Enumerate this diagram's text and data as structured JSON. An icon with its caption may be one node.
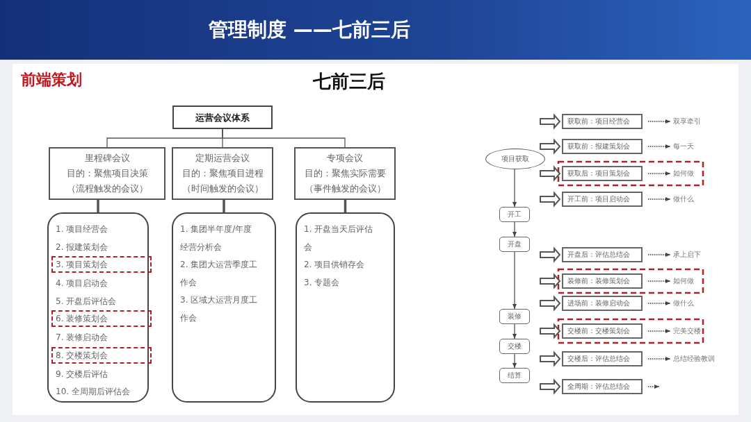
{
  "diagram": {
    "title": "管理制度 ——七前三后",
    "nodes": [
      {
        "text": [
          "运营会议体系"
        ]
      },
      {
        "text": [
          "里程碑会议",
          "目的：聚焦项目决策",
          "（流程触发的会议）"
        ]
      },
      {
        "text": [
          "定期运营会议",
          "目的：聚焦项目进程",
          "（时间触发的会议）"
        ]
      },
      {
        "text": [
          "专项会议",
          "目的：聚焦实际需要",
          "（事件触发的会议）"
        ]
      },
      {
        "text": [
          "1. 项目经营会",
          "2. 报建策划会",
          "3. 项目策划会",
          "4. 项目启动会",
          "5. 开盘后评估会",
          "6. 装修策划会",
          "7. 装修启动会",
          "8. 交楼策划会",
          "9. 交楼后评估",
          "10. 全周期后评估会"
        ]
      },
      {
        "text": [
          "1. 集团半年度/年度经营分析会",
          "2. 集团大运营季度工作会",
          "3. 区域大运营月度工作会"
        ]
      },
      {
        "text": [
          "1. 开盘当天后评估会",
          "2. 项目供销存会",
          "3. 专题会"
        ]
      },
      {
        "text": [
          "项目获取"
        ]
      },
      {
        "text": [
          "开工"
        ]
      },
      {
        "text": [
          "开盘"
        ]
      },
      {
        "text": [
          "装修"
        ]
      },
      {
        "text": [
          "交楼"
        ]
      },
      {
        "text": [
          "结算"
        ]
      },
      {
        "text": [
          "获取前：项目经营会"
        ]
      },
      {
        "text": [
          "双享牵引"
        ]
      },
      {
        "text": [
          "获取前：报建策划会"
        ]
      },
      {
        "text": [
          "每一天"
        ]
      },
      {
        "text": [
          "获取后：项目策划会"
        ]
      },
      {
        "text": [
          "如何做"
        ]
      },
      {
        "text": [
          "开工前：项目启动会"
        ]
      },
      {
        "text": [
          "做什么"
        ]
      },
      {
        "text": [
          "开盘后：评估总结会"
        ]
      },
      {
        "text": [
          "承上启下"
        ]
      },
      {
        "text": [
          "装修前：装修策划会"
        ]
      },
      {
        "text": [
          "如何做"
        ]
      },
      {
        "text": [
          "进场前：装修启动会"
        ]
      },
      {
        "text": [
          "做什么"
        ]
      },
      {
        "text": [
          "交楼前：交楼策划会"
        ]
      },
      {
        "text": [
          "完美交楼"
        ]
      },
      {
        "text": [
          "交楼后：评估总结会"
        ]
      },
      {
        "text": [
          "总结经验教训"
        ]
      },
      {
        "text": [
          "全周期：评估总结会"
        ]
      }
    ],
    "edges": [
      {
        "from": 0,
        "to": 1,
        "arrow": "none"
      },
      {
        "from": 0,
        "to": 2,
        "arrow": "none"
      },
      {
        "from": 0,
        "to": 3,
        "arrow": "none"
      },
      {
        "from": 1,
        "to": 4,
        "arrow": "none",
        "style": "thick"
      },
      {
        "from": 2,
        "to": 5,
        "arrow": "none",
        "style": "thick"
      },
      {
        "from": 3,
        "to": 6,
        "arrow": "none",
        "style": "thick"
      },
      {
        "from": 7,
        "to": 8,
        "arrow": "to"
      },
      {
        "from": 8,
        "to": 9,
        "arrow": "to"
      },
      {
        "from": 9,
        "to": 10,
        "arrow": "to"
      },
      {
        "from": 10,
        "to": 11,
        "arrow": "to"
      },
      {
        "from": 11,
        "to": 12,
        "arrow": "to"
      },
      {
        "from": null,
        "to": 13,
        "arrow": "to"
      },
      {
        "from": 13,
        "to": 14,
        "arrow": "to",
        "style": "dashed"
      },
      {
        "from": null,
        "to": 15,
        "arrow": "to"
      },
      {
        "from": 15,
        "to": 16,
        "arrow": "to",
        "style": "dashed"
      },
      {
        "from": null,
        "to": 17,
        "arrow": "to"
      },
      {
        "from": 17,
        "to": 18,
        "arrow": "to",
        "style": "dashed"
      },
      {
        "from": null,
        "to": 19,
        "arrow": "to"
      },
      {
        "from": 19,
        "to": 20,
        "arrow": "to",
        "style": "dashed"
      },
      {
        "from": null,
        "to": 21,
        "arrow": "to"
      },
      {
        "from": 21,
        "to": 22,
        "arrow": "to",
        "style": "dashed"
      },
      {
        "from": null,
        "to": 23,
        "arrow": "to"
      },
      {
        "from": 23,
        "to": 24,
        "arrow": "to",
        "style": "dashed"
      },
      {
        "from": null,
        "to": 25,
        "arrow": "to"
      },
      {
        "from": 25,
        "to": 26,
        "arrow": "to",
        "style": "dashed"
      },
      {
        "from": null,
        "to": 27,
        "arrow": "to"
      },
      {
        "from": 27,
        "to": 28,
        "arrow": "to",
        "style": "dashed"
      },
      {
        "from": null,
        "to": 29,
        "arrow": "to"
      },
      {
        "from": 29,
        "to": 30,
        "arrow": "to",
        "style": "dashed"
      },
      {
        "from": null,
        "to": 31,
        "arrow": "to"
      },
      {
        "from": 31,
        "to": null,
        "arrow": "to",
        "style": "dashed"
      }
    ],
    "labels": [
      "前端策划",
      "七前三后"
    ]
  }
}
